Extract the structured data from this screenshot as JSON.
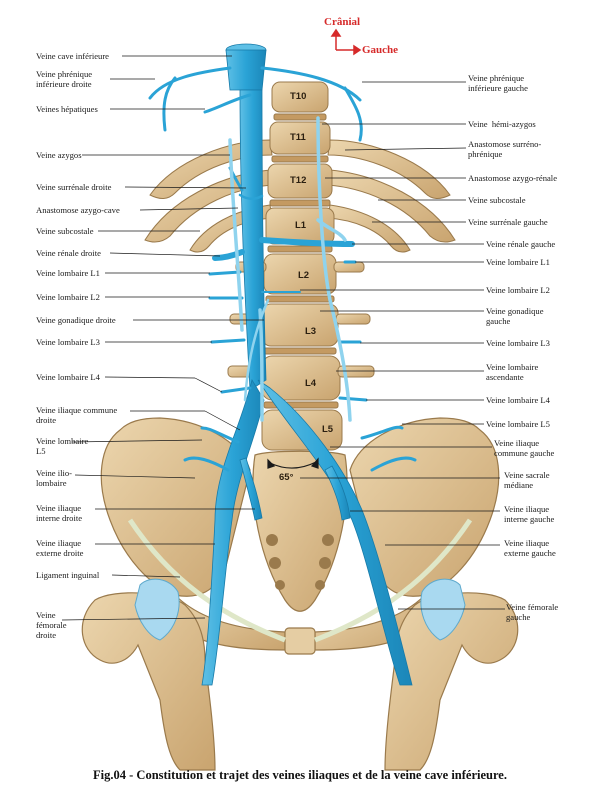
{
  "orientation": {
    "cranial": "Crânial",
    "left": "Gauche"
  },
  "vertebrae": {
    "t10": "T10",
    "t11": "T11",
    "t12": "T12",
    "l1": "L1",
    "l2": "L2",
    "l3": "L3",
    "l4": "L4",
    "l5": "L5"
  },
  "angle": "65°",
  "labels_left": {
    "vci": "Veine cave inférieure",
    "phren_d": "Veine phrénique\ninférieure droite",
    "hepat": "Veines hépatiques",
    "azygos": "Veine azygos",
    "surren_d": "Veine surrénale droite",
    "anast_az_cave": "Anastomose azygo-cave",
    "subcost_d": "Veine subcostale",
    "renale_d": "Veine rénale droite",
    "lomb_l1_d": "Veine lombaire L1",
    "lomb_l2_d": "Veine lombaire L2",
    "gonad_d": "Veine gonadique droite",
    "lomb_l3_d": "Veine lombaire L3",
    "lomb_l4_d": "Veine lombaire L4",
    "iliaq_comm_d": "Veine iliaque commune\ndroite",
    "lomb_l5_d": "Veine lombaire\nL5",
    "ilio_lomb": "Veine ilio-\nlombaire",
    "iliaq_int_d": "Veine iliaque\ninterne droite",
    "iliaq_ext_d": "Veine iliaque\nexterne droite",
    "lig_ing": "Ligament inguinal",
    "fem_d": "Veine\nfémorale\ndroite"
  },
  "labels_right": {
    "phren_g": "Veine phrénique\ninférieure gauche",
    "hemi_az": "Veine  hémi-azygos",
    "anast_sr_ph": "Anastomose surréno-\nphrénique",
    "anast_az_ren": "Anastomose azygo-rénale",
    "subcost_g": "Veine subcostale",
    "surren_g": "Veine surrénale gauche",
    "renale_g": "Veine rénale gauche",
    "lomb_l1_g": "Veine lombaire L1",
    "lomb_l2_g": "Veine lombaire L2",
    "gonad_g": "Veine gonadique\ngauche",
    "lomb_l3_g": "Veine lombaire L3",
    "lomb_asc": "Veine lombaire\nascendante",
    "lomb_l4_g": "Veine lombaire L4",
    "lomb_l5_g": "Veine lombaire L5",
    "iliaq_comm_g": "Veine iliaque\ncommune gauche",
    "sacrale": "Veine sacrale\nmédiane",
    "iliaq_int_g": "Veine iliaque\ninterne gauche",
    "iliaq_ext_g": "Veine iliaque\nexterne gauche",
    "fem_g": "Veine fémorale\ngauche"
  },
  "caption": "Fig.04 - Constitution et trajet des veines iliaques et de la veine cave inférieure.",
  "colors": {
    "vein": "#2aa3d6",
    "vein_light": "#8fd3ee",
    "bone": "#d9b98a",
    "bone_dark": "#9a7a4c",
    "bone_light": "#ecd6ae",
    "cartilage": "#a9d9f0",
    "ligament": "#dfe7c8",
    "orient": "#d62a2a"
  }
}
